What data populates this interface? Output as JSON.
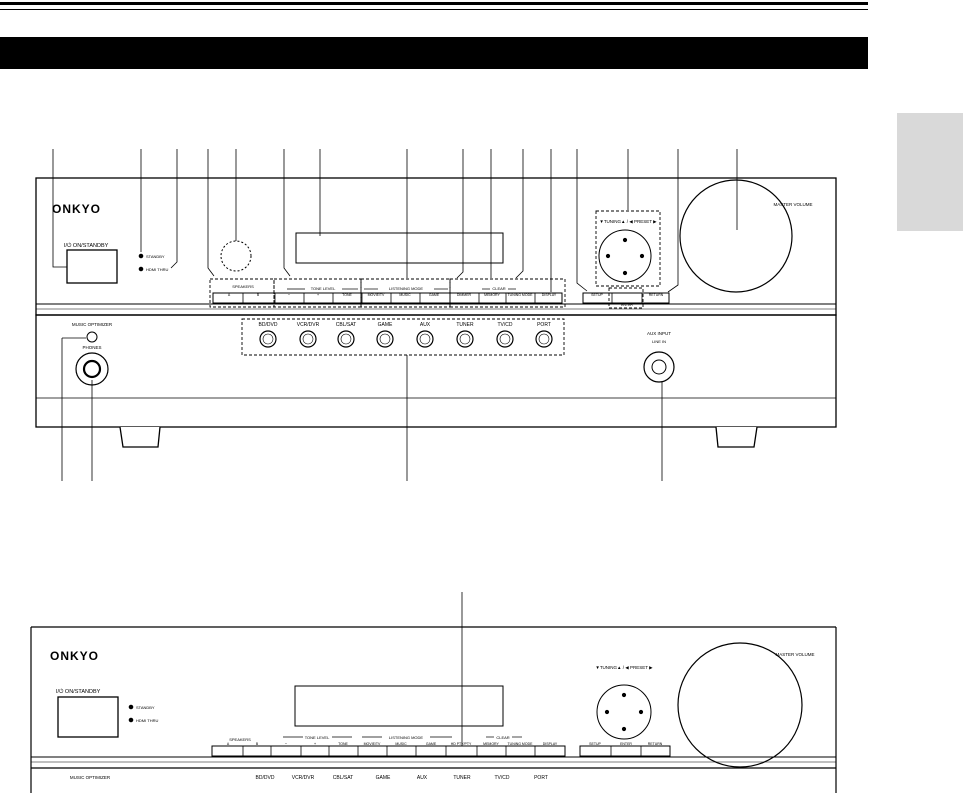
{
  "brand": "ONKYO",
  "labels": {
    "power": "I/⏻ ON/STANDBY",
    "standby": "STANDBY",
    "hdmi_thru": "HDMI THRU",
    "speakers": "SPEAKERS",
    "speaker_a": "A",
    "speaker_b": "B",
    "tone_level": "TONE LEVEL",
    "tone_minus": "−",
    "tone_plus": "+",
    "tone": "TONE",
    "listening_mode": "LISTENING MODE",
    "movie_tv": "MOVIE/TV",
    "music": "MUSIC",
    "game": "GAME",
    "dimmer": "DIMMER",
    "clear": "CLEAR",
    "memory": "MEMORY",
    "tuning_mode": "TUNING MODE",
    "display": "DISPLAY",
    "setup": "SETUP",
    "enter": "ENTER",
    "return": "RETURN",
    "tuning_preset": "▼TUNING▲ / ◀ PRESET ▶",
    "master_volume": "MASTER VOLUME",
    "music_optimizer": "MUSIC OPTIMIZER",
    "phones": "PHONES",
    "aux_input": "AUX INPUT",
    "line_in": "LINE IN",
    "hd_ptt": "HD PTY/PTY"
  },
  "input_selectors": [
    "BD/DVD",
    "VCR/DVR",
    "CBL/SAT",
    "GAME",
    "AUX",
    "TUNER",
    "TV/CD",
    "PORT"
  ]
}
